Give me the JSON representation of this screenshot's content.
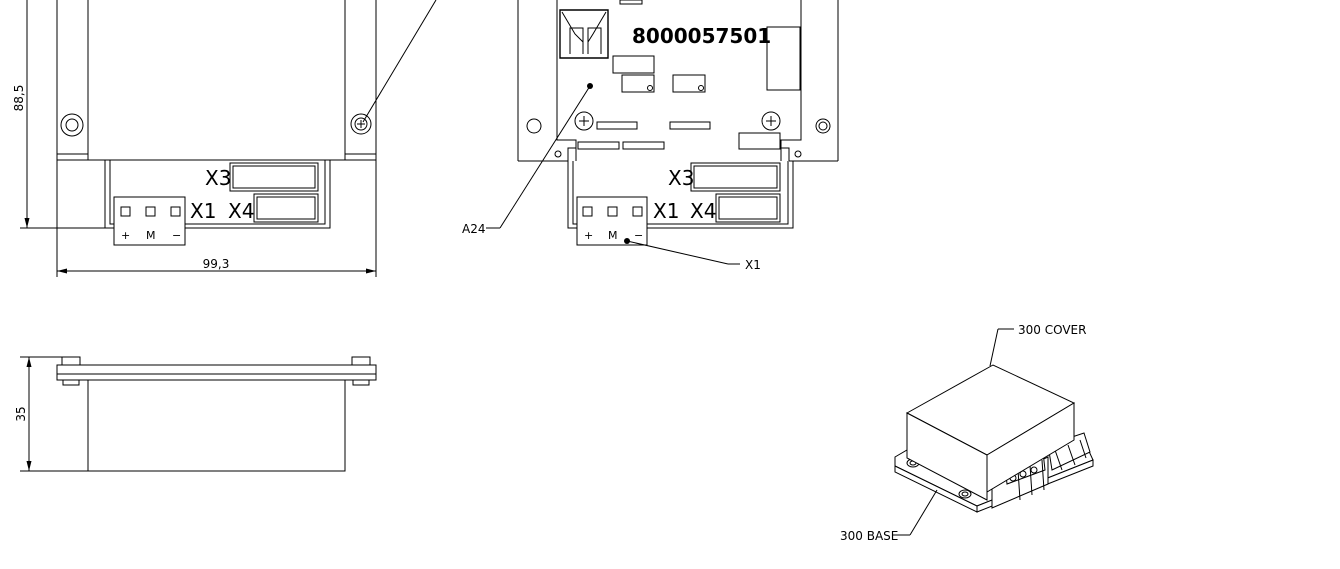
{
  "dimensions": {
    "height_label": "88,5",
    "width_label": "99,3",
    "depth_label": "35"
  },
  "left_view": {
    "connector_x3": "X3",
    "connector_x1": "X1",
    "connector_x4": "X4",
    "pins": [
      "+",
      "M",
      "−"
    ]
  },
  "board_view": {
    "part_number": "8000057501",
    "connector_x3": "X3",
    "connector_x1": "X1",
    "connector_x4": "X4",
    "pins": [
      "+",
      "M",
      "−"
    ],
    "callout_a24": "A24",
    "callout_x1": "X1"
  },
  "iso_view": {
    "cover_label": "300 COVER",
    "base_label": "300 BASE"
  }
}
